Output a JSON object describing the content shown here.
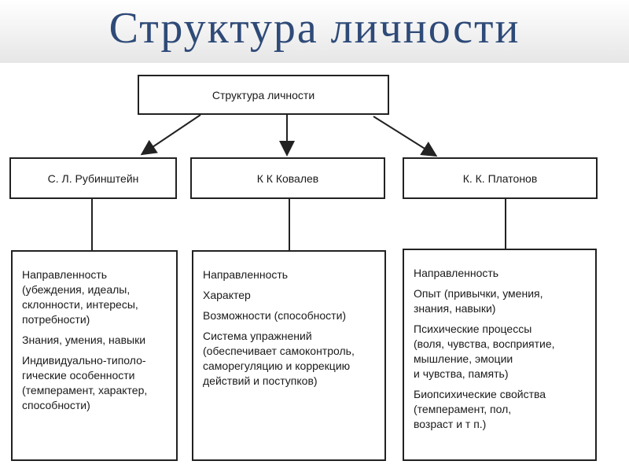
{
  "slide_title": "Структура личности",
  "root": "Структура личности",
  "columns": [
    {
      "author": "С. Л. Рубинштейн",
      "items": [
        "Направленность\n(убеждения, идеалы,\nсклонности, интересы,\nпотребности)",
        "Знания, умения, навыки",
        "Индивидуально-типоло-\nгические особенности\n(темперамент, характер,\nспособности)"
      ]
    },
    {
      "author": "К  К  Ковалев",
      "items": [
        "Направленность",
        "Характер",
        "Возможности (способности)",
        "Система упражнений\n(обеспечивает самоконтроль,\nсаморегуляцию и коррекцию\nдействий и поступков)"
      ]
    },
    {
      "author": "К. К. Платонов",
      "items": [
        "Направленность",
        "Опыт (привычки, умения,\nзнания, навыки)",
        "Психические процессы\n(воля, чувства, восприятие,\nмышление, эмоции\nи чувства, память)",
        "Биопсихические свойства\n(темперамент, пол,\nвозраст и т  п.)"
      ]
    }
  ]
}
